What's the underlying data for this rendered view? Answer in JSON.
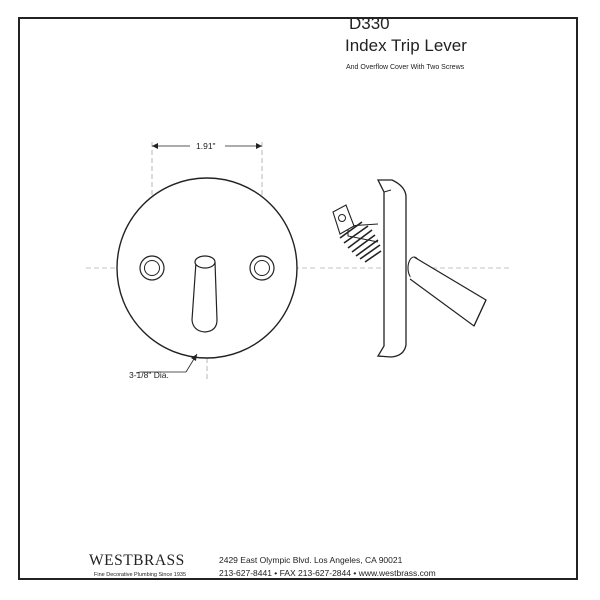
{
  "header": {
    "model": "D330",
    "title": "Index Trip Lever",
    "subtitle": "And Overflow Cover With Two Screws"
  },
  "dimensions": {
    "width": "1.91\"",
    "diameter": "3-1/8\" Dia."
  },
  "footer": {
    "brand": "WESTBRASS",
    "tagline": "Fine Decorative Plumbing Since 1935",
    "address": "2429 East Olympic Blvd. Los Angeles, CA  90021",
    "contact": "213-627-8441 • FAX 213-627-2844 • www.westbrass.com"
  }
}
